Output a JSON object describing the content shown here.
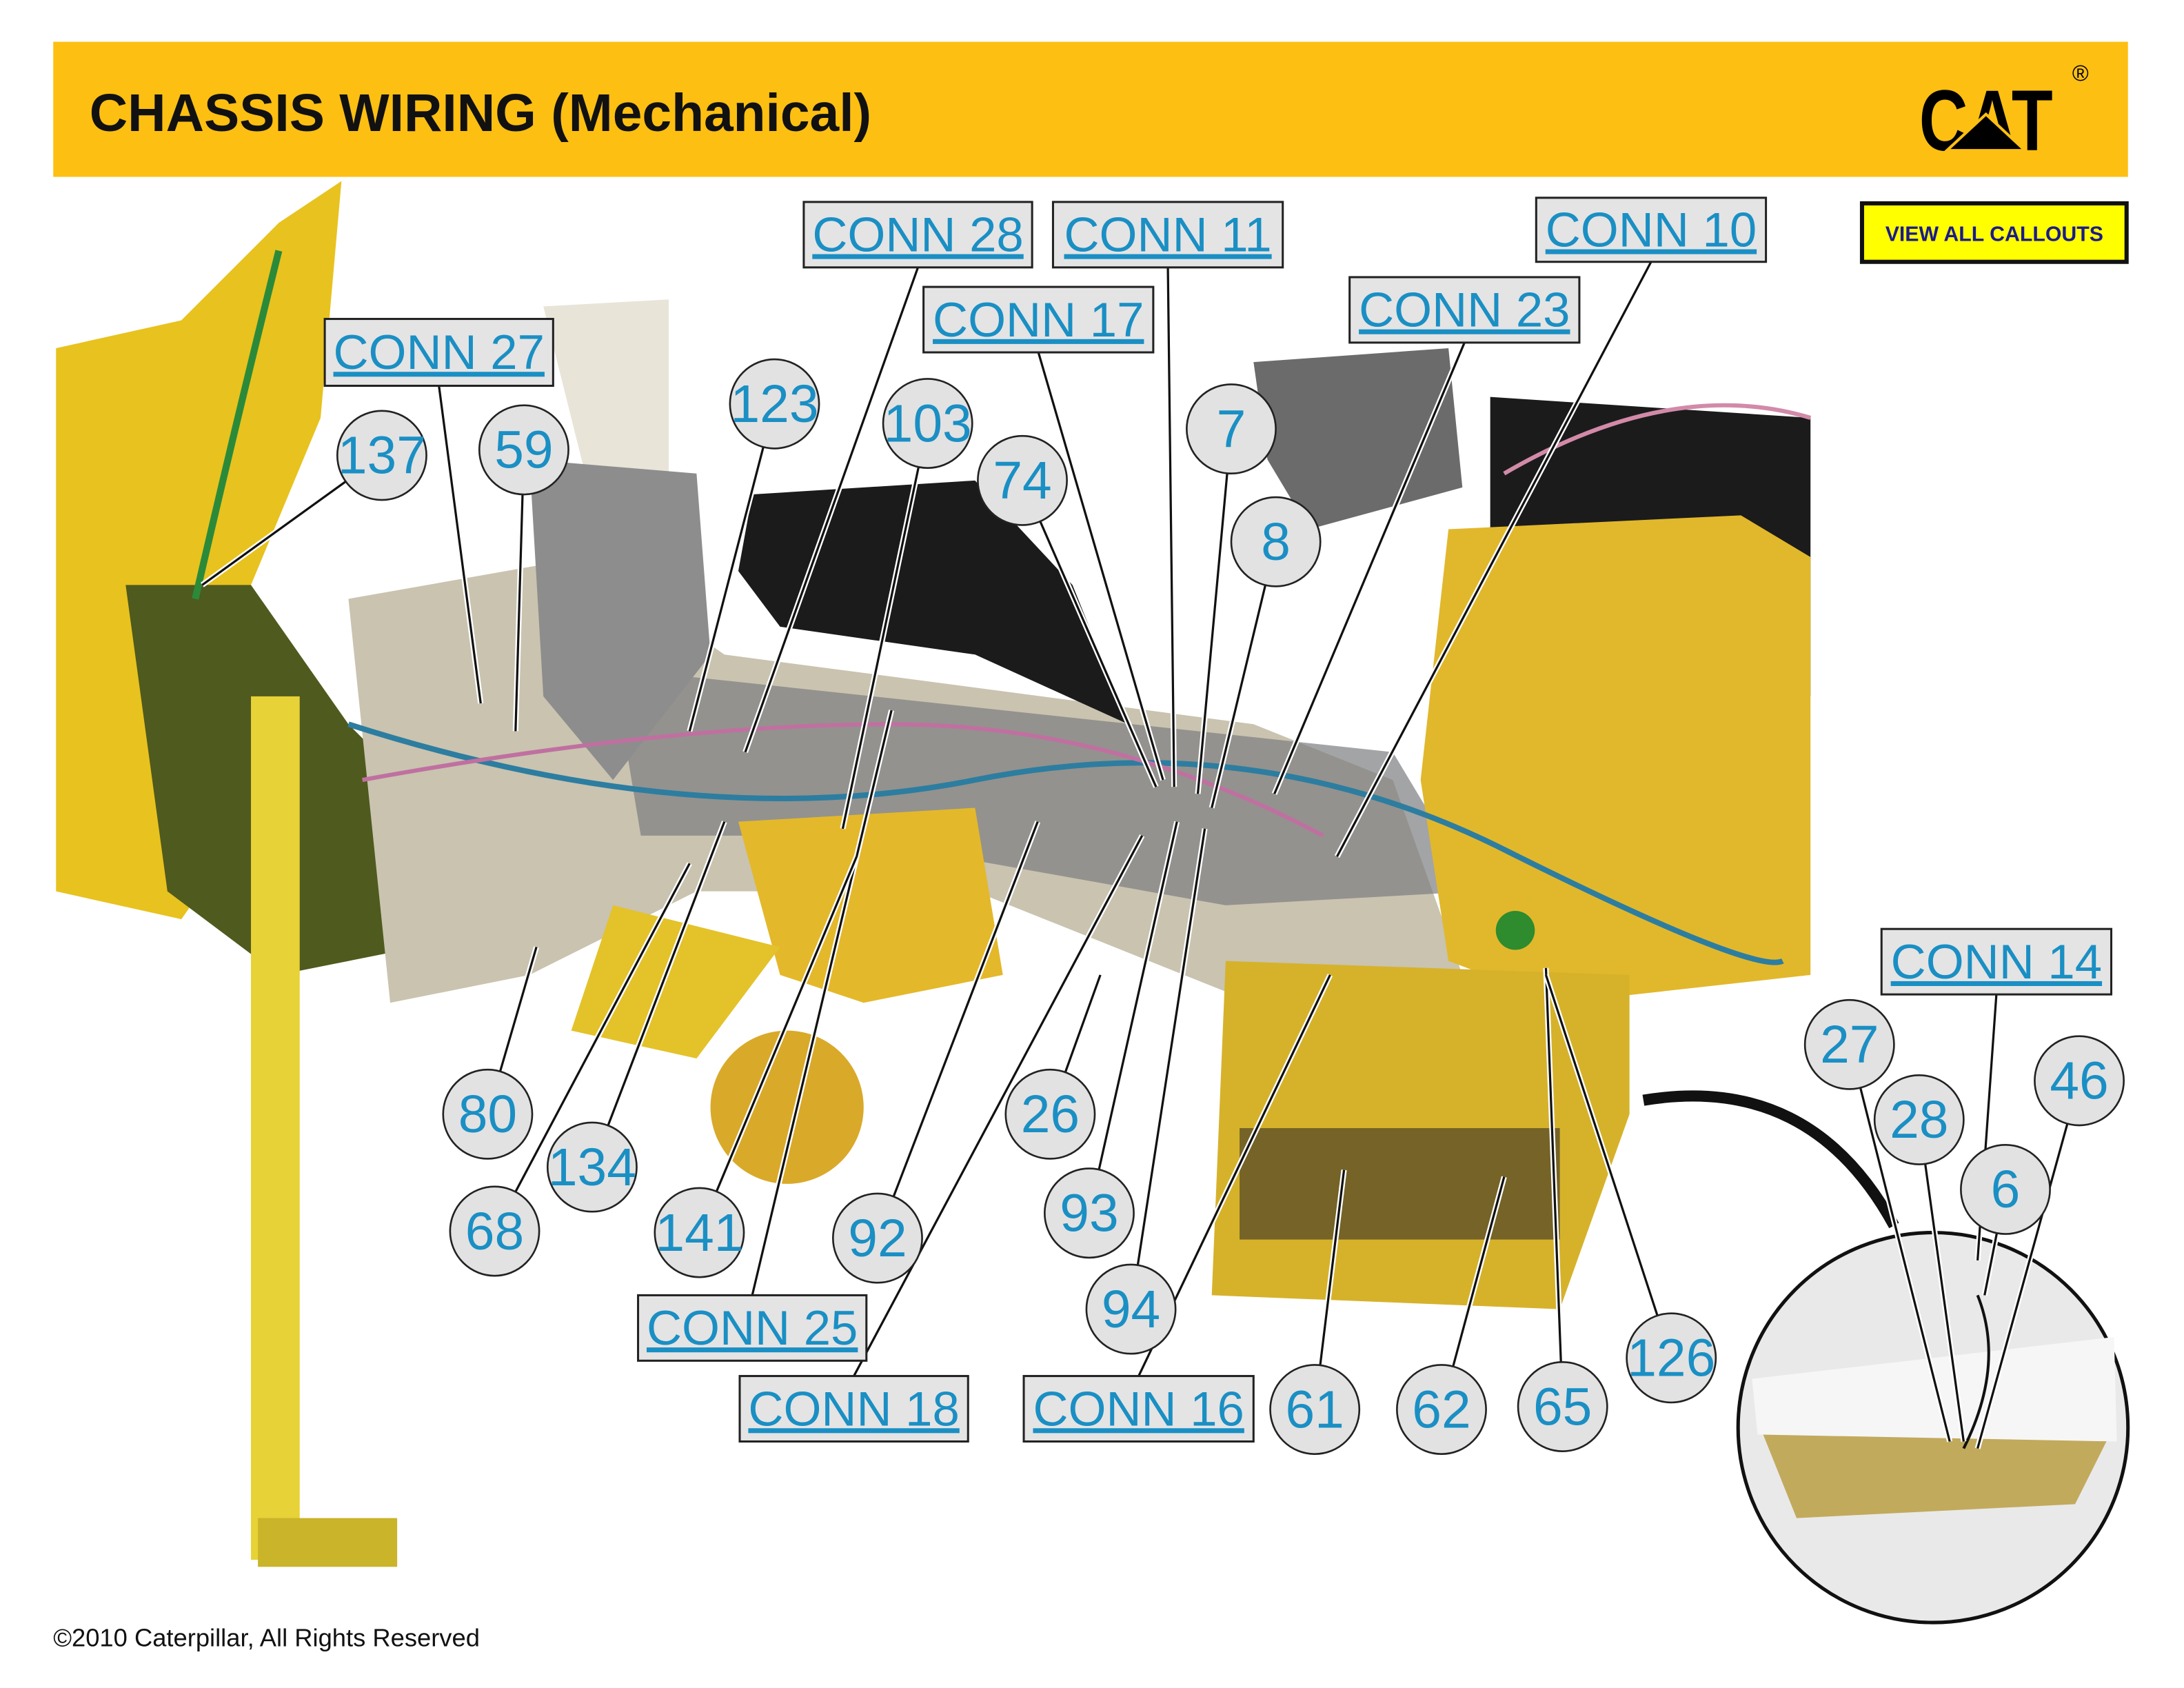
{
  "header": {
    "title": "CHASSIS WIRING (Mechanical)",
    "logo_text": "CAT",
    "logo_mark": "®",
    "background_color": "#fdbf12"
  },
  "view_all_button": {
    "label": "VIEW ALL CALLOUTS",
    "color": "#ffff00",
    "text_color": "#1a1a8c"
  },
  "connector_callouts": [
    {
      "id": "conn28",
      "label": "CONN 28"
    },
    {
      "id": "conn11",
      "label": "CONN 11"
    },
    {
      "id": "conn10",
      "label": "CONN 10"
    },
    {
      "id": "conn17",
      "label": "CONN 17"
    },
    {
      "id": "conn23",
      "label": "CONN 23"
    },
    {
      "id": "conn27",
      "label": "CONN 27"
    },
    {
      "id": "conn14",
      "label": "CONN 14"
    },
    {
      "id": "conn25",
      "label": "CONN 25"
    },
    {
      "id": "conn18",
      "label": "CONN 18"
    },
    {
      "id": "conn16",
      "label": "CONN 16"
    }
  ],
  "number_callouts": [
    {
      "id": "c137",
      "label": "137"
    },
    {
      "id": "c59",
      "label": "59"
    },
    {
      "id": "c123",
      "label": "123"
    },
    {
      "id": "c103",
      "label": "103"
    },
    {
      "id": "c74",
      "label": "74"
    },
    {
      "id": "c7",
      "label": "7"
    },
    {
      "id": "c8",
      "label": "8"
    },
    {
      "id": "c80",
      "label": "80"
    },
    {
      "id": "c134",
      "label": "134"
    },
    {
      "id": "c68",
      "label": "68"
    },
    {
      "id": "c141",
      "label": "141"
    },
    {
      "id": "c92",
      "label": "92"
    },
    {
      "id": "c26",
      "label": "26"
    },
    {
      "id": "c93",
      "label": "93"
    },
    {
      "id": "c94",
      "label": "94"
    },
    {
      "id": "c61",
      "label": "61"
    },
    {
      "id": "c62",
      "label": "62"
    },
    {
      "id": "c65",
      "label": "65"
    },
    {
      "id": "c126",
      "label": "126"
    },
    {
      "id": "c27",
      "label": "27"
    },
    {
      "id": "c28",
      "label": "28"
    },
    {
      "id": "c46",
      "label": "46"
    },
    {
      "id": "c6",
      "label": "6"
    }
  ],
  "footer": {
    "copyright": "©2010 Caterpillar, All Rights Reserved"
  },
  "colors": {
    "callout_text": "#1a8fc4",
    "callout_fill": "#e2e2e2",
    "machine_yellow": "#e8c21e"
  }
}
